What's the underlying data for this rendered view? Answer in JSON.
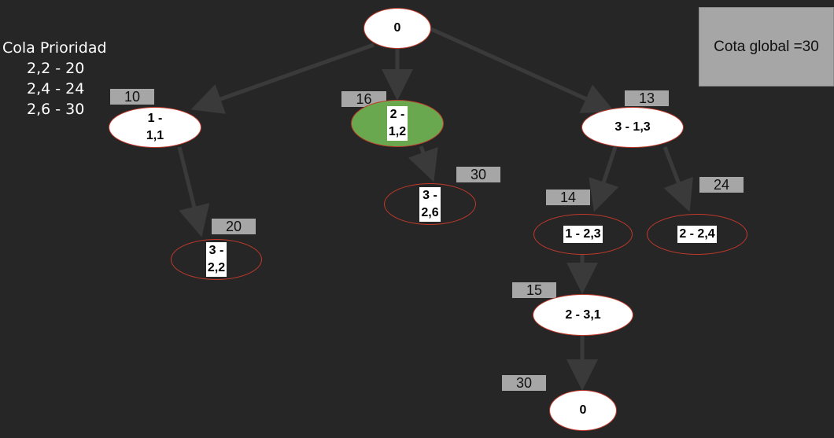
{
  "queue": {
    "title": "Cola Prioridad",
    "items": [
      "2,2 - 20",
      "2,4 - 24",
      "2,6 - 30"
    ]
  },
  "global_bound": "Cota global =30",
  "nodes": {
    "root": "0",
    "n11": "1 -\n1,1",
    "n12": "2 -\n1,2",
    "n13": "3 - 1,3",
    "n22": "3 -\n2,2",
    "n26": "3 -\n2,6",
    "n23": "1 - 2,3",
    "n24": "2 - 2,4",
    "n31": "2 - 3,1",
    "leaf": "0"
  },
  "costs": {
    "n11": "10",
    "n12": "16",
    "n13": "13",
    "n22": "20",
    "n26": "30",
    "n23": "14",
    "n24": "24",
    "n31": "15",
    "leaf": "30"
  },
  "colors": {
    "background": "#262626",
    "node_fill": "#ffffff",
    "node_border": "#c0392b",
    "selected_fill": "#6aa84f",
    "cost_box": "#a6a6a6",
    "edge": "#3a3a3a"
  }
}
